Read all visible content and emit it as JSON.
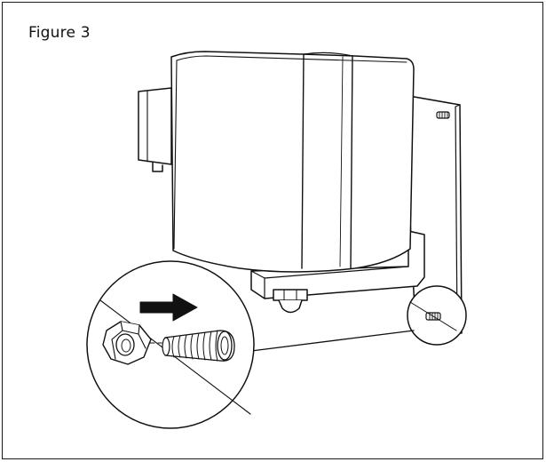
{
  "figure": {
    "label": "Figure 3"
  },
  "illustration": {
    "subject-icon": "valve-actuator-on-mounting-bracket",
    "detail-icon": "hex-nut-and-threaded-stud",
    "arrow-icon": "right-arrow",
    "stroke_color": "#111111",
    "fill_color": "#ffffff"
  }
}
